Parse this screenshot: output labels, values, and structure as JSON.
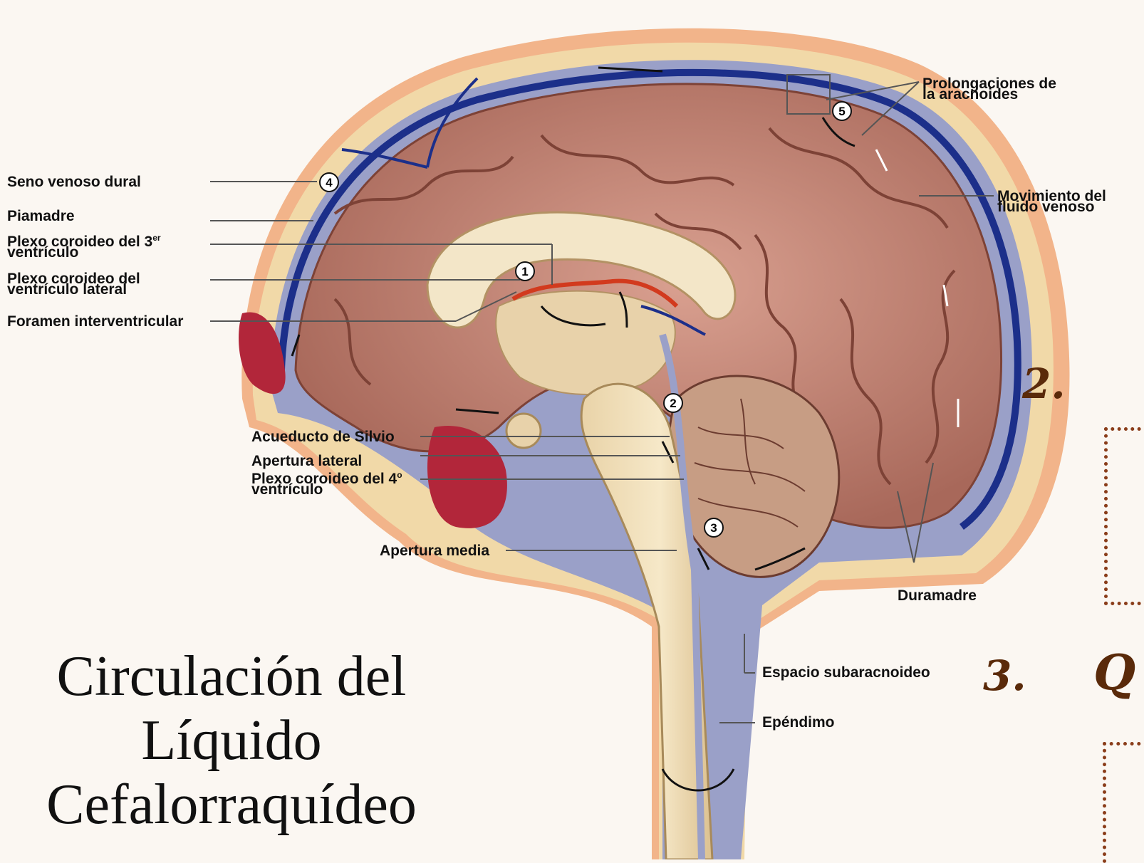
{
  "title": {
    "line1": "Circulación del",
    "line2": "Líquido",
    "line3": "Cefalorraquídeo"
  },
  "labels": {
    "seno_venoso_dural": "Seno venoso dural",
    "piamadre": "Piamadre",
    "plexo_3er_a": "Plexo coroideo del 3",
    "plexo_3er_sup": "er",
    "plexo_3er_b": "ventrículo",
    "plexo_lateral_a": "Plexo coroideo del",
    "plexo_lateral_b": "ventrículo lateral",
    "foramen": "Foramen interventricular",
    "prolongaciones_a": "Prolongaciones de",
    "prolongaciones_b": "la aracnoides",
    "movimiento_a": "Movimiento del",
    "movimiento_b": "fluido venoso",
    "acueducto": "Acueducto de Silvio",
    "apertura_lateral": "Apertura lateral",
    "plexo_4o_a": "Plexo coroideo del 4",
    "plexo_4o_sup": "o",
    "plexo_4o_b": "ventrículo",
    "apertura_media": "Apertura media",
    "duramadre": "Duramadre",
    "espacio_subaracnoideo": "Espacio subaracnoideo",
    "ependimo": "Epéndimo"
  },
  "markers": [
    "1",
    "2",
    "3",
    "4",
    "5"
  ],
  "side_items": {
    "item2": "2.",
    "item3": "3.",
    "item3_letter": "Q"
  },
  "colors": {
    "cortex": "#c98a78",
    "cortex_dark": "#9b5a4a",
    "csf": "#9aa0c8",
    "vein": "#1c2f8a",
    "bone": "#f1d9a8",
    "skin": "#f2b48a",
    "sinus": "#b2263a",
    "corpus": "#f3e6c8",
    "cerebellum": "#b07a6a",
    "text": "#111111",
    "accent": "#5a2a0a"
  }
}
